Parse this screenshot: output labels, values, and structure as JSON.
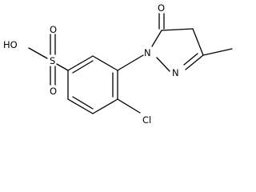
{
  "molecule": {
    "atoms": {
      "hydroxyl": "HO",
      "sulfur": "S",
      "sulfonyl_oxygen_top": "O",
      "sulfonyl_oxygen_bottom": "O",
      "carbonyl_oxygen": "O",
      "ring_nitrogen_1": "N",
      "ring_nitrogen_2": "N",
      "chlorine": "Cl"
    }
  }
}
